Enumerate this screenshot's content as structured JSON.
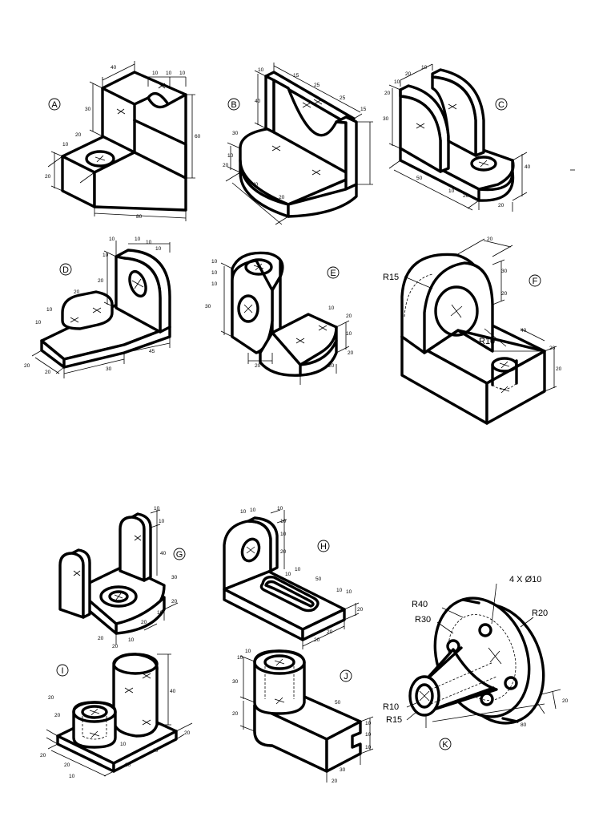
{
  "labels": {
    "A": "A",
    "B": "B",
    "C": "C",
    "D": "D",
    "E": "E",
    "F": "F",
    "G": "G",
    "H": "H",
    "I": "I",
    "J": "J",
    "K": "K"
  },
  "callouts": {
    "f_r15": "R15",
    "f_r10": "R10",
    "k_holes": "4 X Ø10",
    "k_r40": "R40",
    "k_r30": "R30",
    "k_r20": "R20",
    "k_r10": "R10",
    "k_r15": "R15"
  },
  "dims": {
    "a": [
      "40",
      "10",
      "10",
      "10",
      "30",
      "60",
      "20",
      "10",
      "20",
      "80"
    ],
    "b": [
      "10",
      "15",
      "25",
      "25",
      "15",
      "40",
      "30",
      "10",
      "20",
      "40",
      "20"
    ],
    "c": [
      "10",
      "20",
      "10",
      "20",
      "30",
      "40",
      "50",
      "10",
      "20",
      "20"
    ],
    "d": [
      "10",
      "10",
      "10",
      "10",
      "10",
      "20",
      "10",
      "10",
      "20",
      "20",
      "20",
      "30",
      "45"
    ],
    "e": [
      "10",
      "10",
      "10",
      "30",
      "20",
      "10",
      "20",
      "10",
      "20",
      "20"
    ],
    "f": [
      "20",
      "30",
      "20",
      "40",
      "20",
      "20"
    ],
    "g": [
      "10",
      "10",
      "40",
      "30",
      "20",
      "10",
      "20",
      "20",
      "10",
      "20"
    ],
    "h": [
      "10",
      "10",
      "10",
      "10",
      "10",
      "20",
      "10",
      "10",
      "50",
      "10",
      "10",
      "20",
      "20",
      "20"
    ],
    "i": [
      "20",
      "20",
      "20",
      "40",
      "20",
      "40",
      "20",
      "20",
      "10",
      "10"
    ],
    "j": [
      "10",
      "10",
      "30",
      "20",
      "50",
      "10",
      "10",
      "10",
      "30",
      "20"
    ],
    "k": [
      "80",
      "20"
    ]
  }
}
